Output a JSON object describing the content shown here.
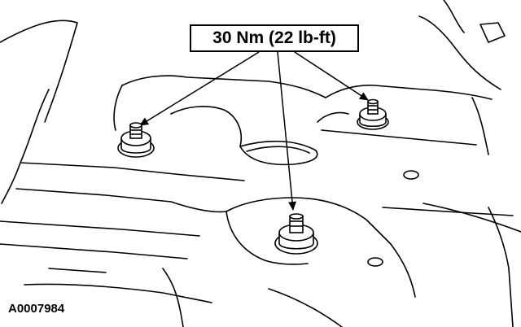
{
  "torque_callout": {
    "label": "30 Nm (22 lb-ft)"
  },
  "figure": {
    "id": "A0007984"
  },
  "components": {
    "fastener_count": 3,
    "fasteners": [
      {
        "position": "left"
      },
      {
        "position": "right"
      },
      {
        "position": "center-front"
      }
    ]
  },
  "colors": {
    "line": "#000000",
    "background": "#ffffff"
  }
}
